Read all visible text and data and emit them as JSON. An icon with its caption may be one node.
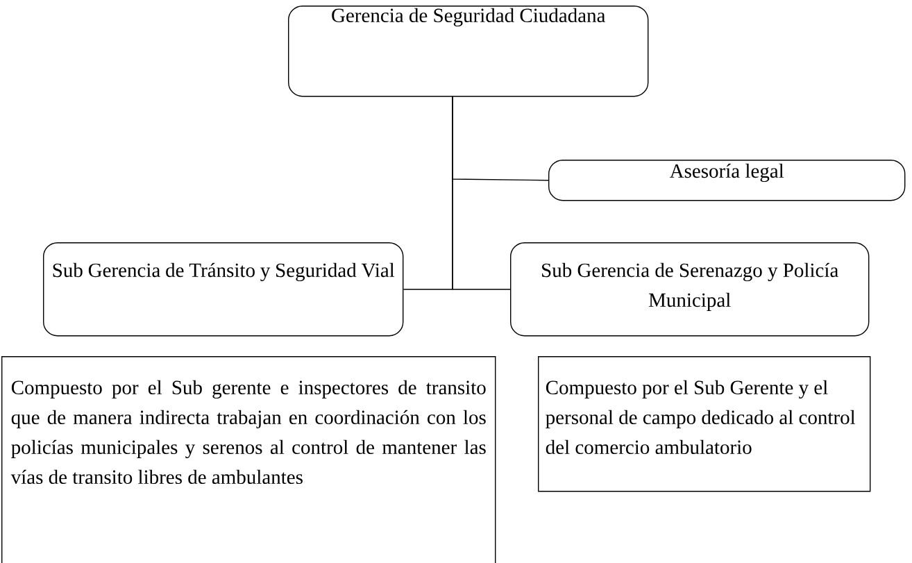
{
  "diagram": {
    "nodes": [
      {
        "text": [
          "Gerencia de Seguridad Ciudadana"
        ]
      },
      {
        "text": [
          "Asesoría legal"
        ]
      },
      {
        "text": [
          "Sub Gerencia de Tránsito y Seguridad Vial"
        ]
      },
      {
        "text": [
          "Sub Gerencia de Serenazgo y Policía Municipal"
        ]
      },
      {
        "text": [
          "Compuesto por el Sub gerente e inspectores de transito que de manera indirecta trabajan en coordinación con los policías municipales y serenos al control de mantener las vías de transito libres de ambulantes"
        ]
      },
      {
        "text": [
          "Compuesto por el Sub Gerente y el personal de campo dedicado al control del comercio ambulatorio"
        ]
      }
    ],
    "edges": [
      {
        "from": 0,
        "to": 1,
        "arrow": "none"
      },
      {
        "from": 0,
        "to": 2,
        "arrow": "none"
      },
      {
        "from": 0,
        "to": 3,
        "arrow": "none"
      }
    ]
  }
}
